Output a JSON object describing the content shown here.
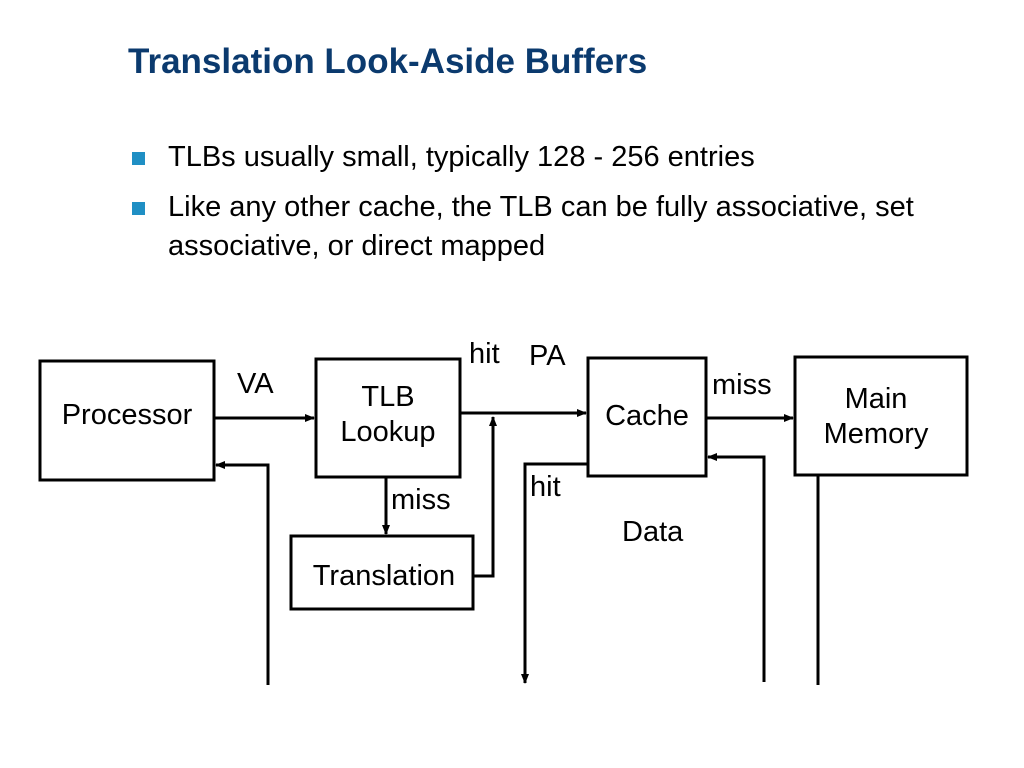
{
  "slide": {
    "title": "Translation Look-Aside Buffers",
    "bullets": [
      "TLBs usually small, typically 128 - 256 entries",
      "Like any other cache, the TLB can be fully associative, set associative, or direct mapped"
    ],
    "bullet_color": "#1f8fc4",
    "title_color": "#0b3a6e"
  },
  "diagram": {
    "nodes": {
      "processor": [
        "Processor"
      ],
      "tlb": [
        "TLB",
        "Lookup"
      ],
      "cache": [
        "Cache"
      ],
      "memory": [
        "Main",
        "Memory"
      ],
      "translation": [
        "Translation"
      ]
    },
    "edge_labels": {
      "va": "VA",
      "hit_tlb": "hit",
      "pa": "PA",
      "miss_cache": "miss",
      "miss_tlb": "miss",
      "hit_cache": "hit",
      "data": "Data"
    }
  }
}
